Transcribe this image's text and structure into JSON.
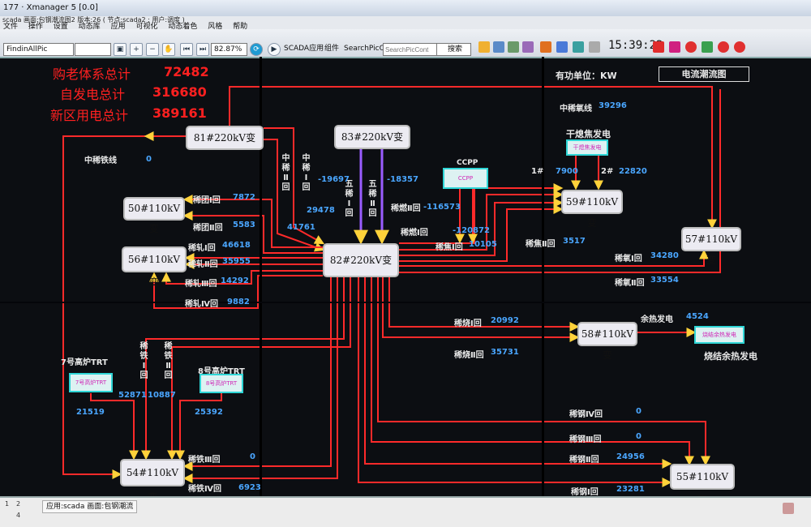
{
  "window": {
    "title": "177 · Xmanager 5 [0.0]",
    "subtitle": "scada  画面:包钢潮流图2  版本:26 ( 节点:scada2 ; 用户:调度 )"
  },
  "menu": [
    "文件",
    "操作",
    "设置",
    "动态库",
    "应用",
    "可视化",
    "动态着色",
    "风格",
    "帮助"
  ],
  "toolbar": {
    "find_label": "FindinAllPic",
    "zoom": "82.87%",
    "scada_label": "SCADA应用",
    "search_label": "组件",
    "search_placeholder": "SearchPicCont",
    "search_button": "搜索",
    "clock": "15:39:22"
  },
  "summary": {
    "row1_label": "购老体系总计",
    "row1_value": "72482",
    "row2_label": "自发电总计",
    "row2_value": "316680",
    "row3_label": "新区用电总计",
    "row3_value": "389161"
  },
  "header": {
    "unit_label": "有功单位：KW",
    "legend": "电流潮流图"
  },
  "substations": {
    "s81": "81#220kV变",
    "s83": "83#220kV变",
    "s82": "82#220kV变",
    "s50": "50#110kV变",
    "s56": "56#110kV变",
    "s59": "59#110kV变",
    "s57": "57#110kV变",
    "s58": "58#110kV变",
    "s54": "54#110kV变",
    "s55": "55#110kV变"
  },
  "generators": {
    "ccpp_title": "CCPP",
    "ccpp_box": "CCPP",
    "coke_title": "干熄焦发电",
    "coke_box": "干熄焦发电",
    "coke_u1": "1#",
    "coke_u1_value": "7900",
    "coke_u2": "2#",
    "coke_u2_value": "22820",
    "waste_title": "余热发电",
    "waste_value": "4524",
    "waste_box": "烧结余热发电",
    "waste_caption": "烧结余热发电",
    "trt7_title": "7号高炉TRT",
    "trt7_box": "7号高炉TRT",
    "trt7_value": "21519",
    "trt8_title": "8号高炉TRT",
    "trt8_box": "8号高炉TRT",
    "trt8_value": "25392"
  },
  "lines": {
    "zhongxitie_label": "中稀铁线",
    "zhongxitie_value": "0",
    "zhongxiyang_label": "中稀氧线",
    "zhongxiyang_value": "39296",
    "zhongxi2_label": "中稀Ⅱ回",
    "zhongxi2_value": "41761",
    "zhongxi1_label": "中稀Ⅰ回",
    "zhongxi1_value": "29478",
    "wuxi1_label": "五稀Ⅰ回",
    "wuxi1_value": "-19697",
    "wuxi2_label": "五稀Ⅱ回",
    "wuxi2_value": "-18357",
    "xituan1_label": "稀团Ⅰ回",
    "xituan1_value": "7872",
    "xituan2_label": "稀团Ⅱ回",
    "xituan2_value": "5583",
    "xiza1_label": "稀轧Ⅰ回",
    "xiza1_value": "46618",
    "xiza2_label": "稀轧Ⅱ回",
    "xiza2_value": "35955",
    "xiza3_label": "稀轧Ⅲ回",
    "xiza3_value": "14292",
    "xiza4_label": "稀轧Ⅳ回",
    "xiza4_value": "9882",
    "xiran2_label": "稀燃Ⅱ回",
    "xiran2_value": "-116573",
    "xiran1_label": "稀燃Ⅰ回",
    "xiran1_value": "-120872",
    "xijiao1_label": "稀焦Ⅰ回",
    "xijiao1_value": "10105",
    "xijiao2_label": "稀焦Ⅱ回",
    "xijiao2_value": "3517",
    "xiyang1_label": "稀氧Ⅰ回",
    "xiyang1_value": "34280",
    "xiyang2_label": "稀氧Ⅱ回",
    "xiyang2_value": "33554",
    "xishao1_label": "稀烧Ⅰ回",
    "xishao1_value": "20992",
    "xishao2_label": "稀烧Ⅱ回",
    "xishao2_value": "35731",
    "xitie1_label": "稀铁Ⅰ回",
    "xitie1_value": "52871",
    "xitie2_label": "稀铁Ⅱ回",
    "xitie2_value": "10887",
    "xitie3_label": "稀铁Ⅲ回",
    "xitie3_value": "0",
    "xitie4_label": "稀铁Ⅳ回",
    "xitie4_value": "6923",
    "xigang4_label": "稀钢Ⅳ回",
    "xigang4_value": "0",
    "xigang3_label": "稀钢Ⅲ回",
    "xigang3_value": "0",
    "xigang2_label": "稀钢Ⅱ回",
    "xigang2_value": "24956",
    "xigang1_label": "稀钢Ⅰ回",
    "xigang1_value": "23281"
  },
  "taskbar": {
    "app": "应用:scada  画面:包钢潮流",
    "n1": "1",
    "n2": "2",
    "n4": "4"
  },
  "colors": {
    "line": "#ff2a2a",
    "arrow": "#ffd23a",
    "value": "#4aa6ff",
    "title_red": "#ff2020",
    "purple": "#9a5cff"
  }
}
